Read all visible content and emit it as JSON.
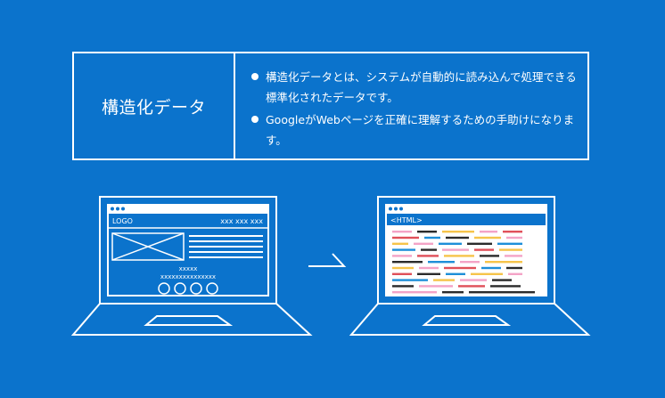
{
  "title": "構造化データ",
  "bullets": [
    "構造化データとは、システムが自動的に読み込んで処理できる標準化されたデータです。",
    "GoogleがWebページを正確に理解するための手助けになります。"
  ],
  "left_laptop": {
    "logo": "LOGO",
    "nav": "xxx xxx xxx",
    "caption_line1": "xxxxx",
    "caption_line2": "xxxxxxxxxxxxxxx",
    "circle_count": 4
  },
  "right_laptop": {
    "tag": "<HTML>",
    "code_colors": [
      "#f4a3c6",
      "#f6c44a",
      "#1e8fd8",
      "#2b2b2b",
      "#e0505a"
    ]
  },
  "colors": {
    "background": "#0b73cc",
    "line": "#ffffff"
  }
}
